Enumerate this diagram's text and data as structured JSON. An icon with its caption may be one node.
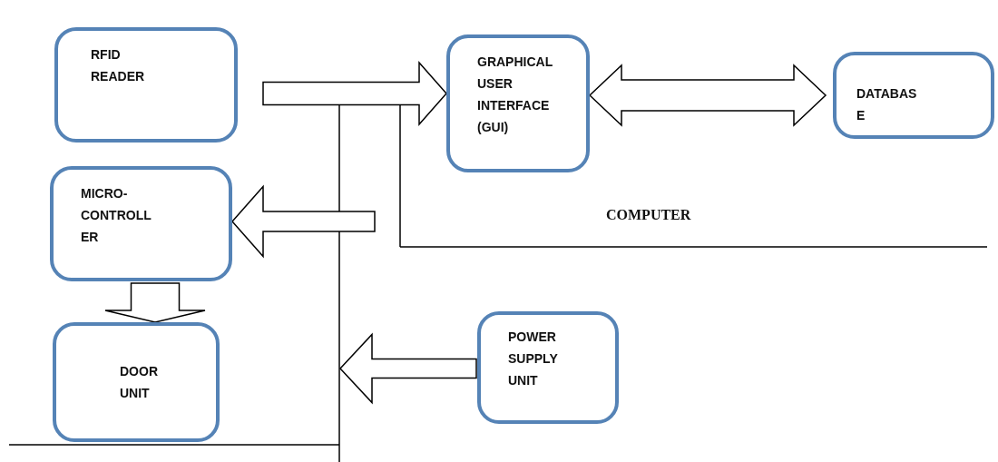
{
  "diagram": {
    "nodes": [
      {
        "text": [
          "RFID READER"
        ]
      },
      {
        "text": [
          "GRAPHICAL USER INTERFACE (GUI)"
        ]
      },
      {
        "text": [
          "DATABAS E"
        ]
      },
      {
        "text": [
          "MICRO- CONTROLL ER"
        ]
      },
      {
        "text": [
          "DOOR UNIT"
        ]
      },
      {
        "text": [
          "POWER SUPPLY UNIT"
        ]
      }
    ],
    "edges": [
      {
        "from": 0,
        "to": 1,
        "arrow": "to"
      },
      {
        "from": 1,
        "to": 2,
        "arrow": "both"
      },
      {
        "from": null,
        "to": 3,
        "arrow": "to"
      },
      {
        "from": 3,
        "to": 4,
        "arrow": "to"
      },
      {
        "from": 5,
        "to": null,
        "arrow": "to"
      }
    ],
    "labels": [
      "COMPUTER"
    ]
  }
}
